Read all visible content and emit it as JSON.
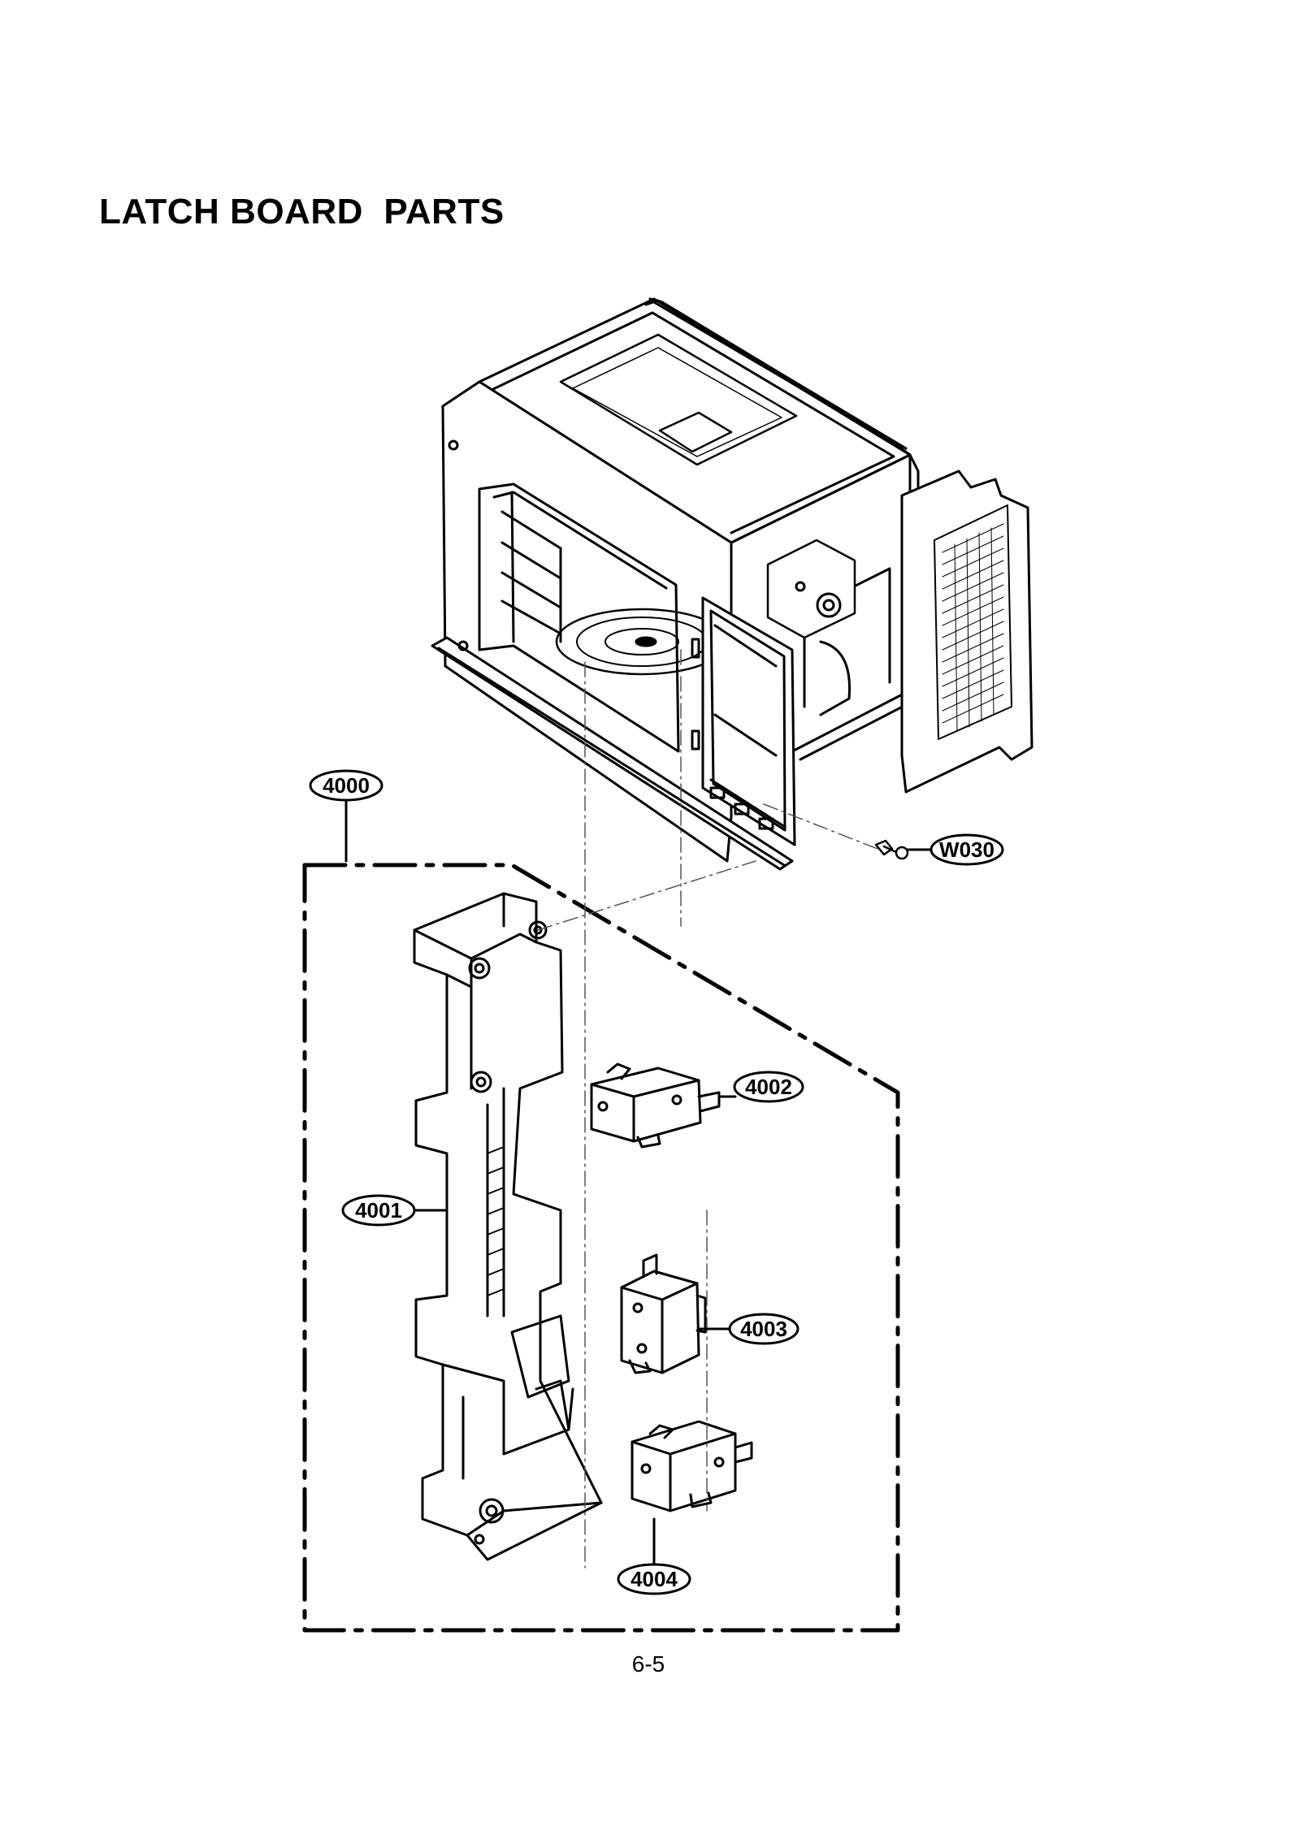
{
  "page": {
    "title": "LATCH BOARD  PARTS",
    "page_number": "6-5"
  },
  "parts": [
    {
      "id": "4000"
    },
    {
      "id": "4001"
    },
    {
      "id": "4002"
    },
    {
      "id": "4003"
    },
    {
      "id": "4004"
    },
    {
      "id": "W030"
    }
  ],
  "colors": {
    "ink": "#000000",
    "background": "#ffffff"
  }
}
